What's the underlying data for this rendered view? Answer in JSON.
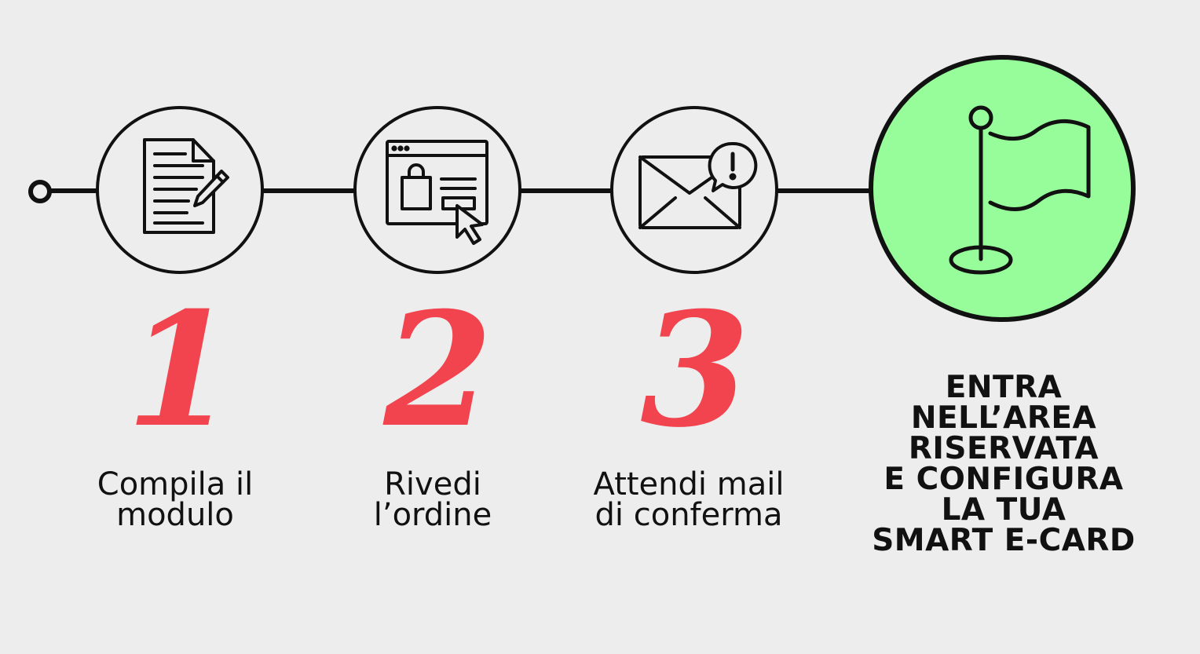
{
  "colors": {
    "background": "#ededed",
    "line": "#111111",
    "step_number": "#f2444e",
    "final_circle": "#96fd9a"
  },
  "steps": [
    {
      "number": "1",
      "label_line1": "Compila il",
      "label_line2": "modulo",
      "icon": "document-pencil-icon"
    },
    {
      "number": "2",
      "label_line1": "Rivedi",
      "label_line2": "l’ordine",
      "icon": "browser-shopping-cursor-icon"
    },
    {
      "number": "3",
      "label_line1": "Attendi mail",
      "label_line2": "di conferma",
      "icon": "envelope-alert-icon"
    }
  ],
  "final_step": {
    "icon": "flag-icon",
    "lines": [
      "ENTRA",
      "NELL’AREA",
      "RISERVATA",
      "E CONFIGURA",
      "LA TUA",
      "SMART E-CARD"
    ]
  }
}
